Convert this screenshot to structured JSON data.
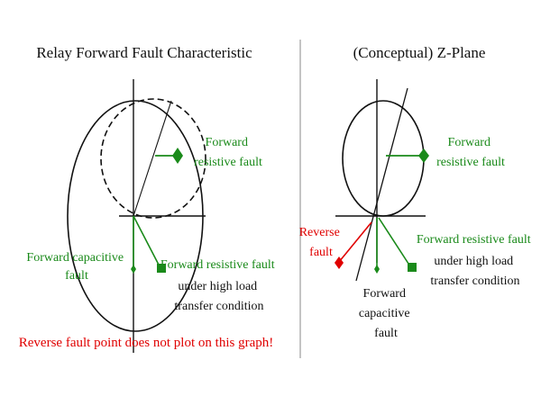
{
  "left_panel": {
    "title": "Relay Forward Fault Characteristic",
    "labels": {
      "forward_resistive": [
        "Forward",
        "resistive fault"
      ],
      "forward_capacitive": [
        "Forward capacitive",
        "fault"
      ],
      "forward_resistive_high_load": [
        "Forward resistive fault",
        "under high load",
        "transfer condition"
      ]
    },
    "footnote": "Reverse fault point does not plot on this graph!"
  },
  "right_panel": {
    "title": "(Conceptual) Z-Plane",
    "labels": {
      "reverse_fault": [
        "Reverse",
        "fault"
      ],
      "forward_resistive": [
        "Forward",
        "resistive fault"
      ],
      "forward_resistive_high_load": [
        "Forward resistive fault",
        "under high load",
        "transfer condition"
      ],
      "forward_capacitive": [
        "Forward",
        "capacitive",
        "fault"
      ]
    }
  },
  "colors": {
    "green": "#1a8a1a",
    "red": "#e00000",
    "black": "#111111"
  }
}
